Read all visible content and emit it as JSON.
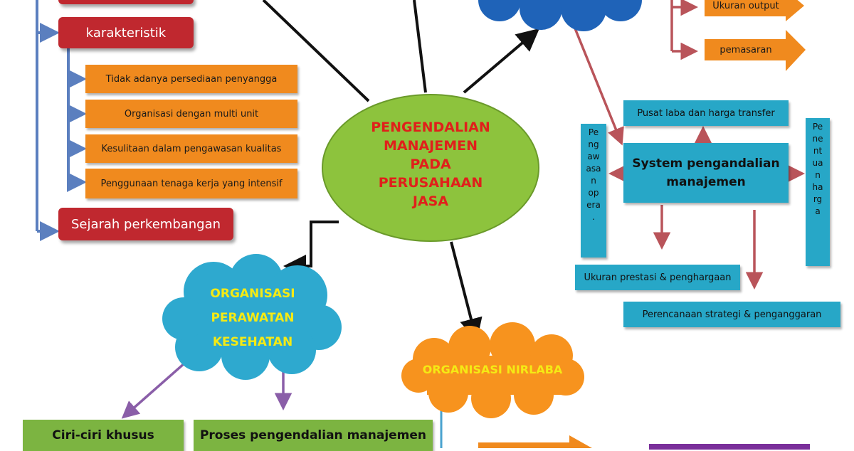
{
  "center": {
    "text": "PENGENDALIAN\nMANAJEMEN\nPADA\nPERUSAHAAN\nJASA",
    "fill": "#8dc33d",
    "text_color": "#e0201b"
  },
  "left": {
    "karakteristik": "karakteristik",
    "sejarah": "Sejarah perkembangan",
    "items": [
      "Tidak adanya persediaan penyangga",
      "Organisasi dengan multi unit",
      "Kesulitaan dalam pengawasan kualitas",
      "Penggunaan tenaga kerja yang intensif"
    ]
  },
  "right": {
    "ukuran_output": "Ukuran output",
    "pemasaran": "pemasaran",
    "pusat_laba": "Pusat laba dan harga transfer",
    "system": "System pengandalian\nmanajemen",
    "pengawasan_vertical": "Pe\nng\naw\nasa\nn\nop\nera\n.",
    "penentuan_vertical": "Pe\nne\nnt\nua\nn\nha\nrg\na",
    "ukuran_prestasi": "Ukuran prestasi & penghargaan",
    "perencanaan": "Perencanaan strategi & penganggaran"
  },
  "kesehatan": {
    "title": "ORGANISASI\nPERAWATAN\nKESEHATAN",
    "ciri": "Ciri-ciri khusus",
    "proses": "Proses pengendalian manajemen"
  },
  "nirlaba": {
    "title": "ORGANISASI NIRLABA"
  },
  "colors": {
    "red": "#c0282f",
    "orange": "#f08a1e",
    "blue_box": "#27a7c7",
    "cloud_blue": "#2ea9cf",
    "cloud_dark_blue": "#1f63b8",
    "cloud_orange": "#f7931e",
    "green": "#7cb441",
    "arrow_blue": "#5b7fbf",
    "arrow_red": "#b9545a",
    "arrow_purple": "#8a5ea8",
    "yellow_text": "#f5ea14"
  }
}
